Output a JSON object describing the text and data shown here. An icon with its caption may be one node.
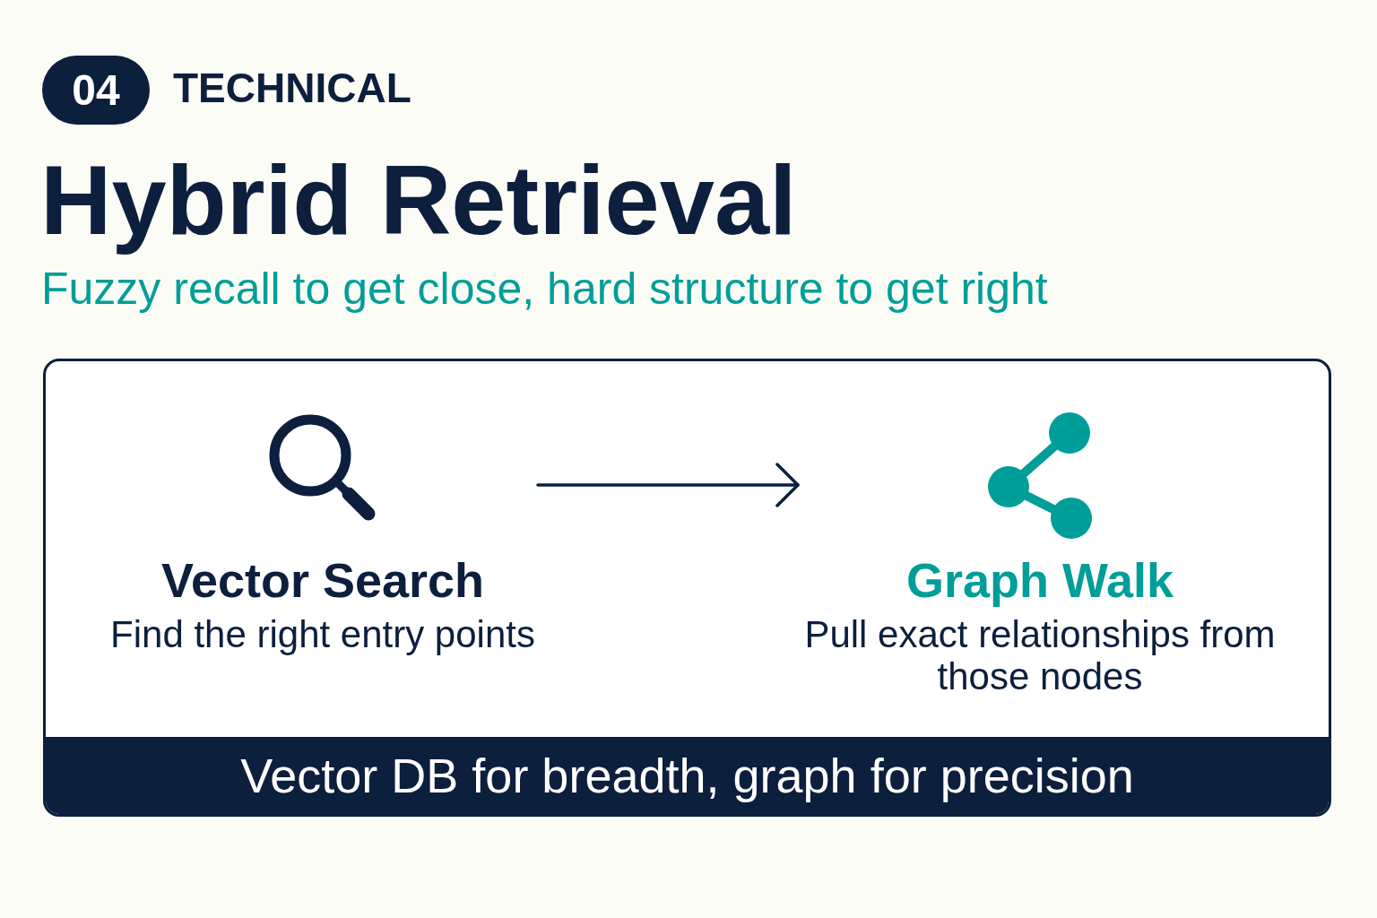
{
  "diagram": {
    "title": "Hybrid Retrieval",
    "nodes": [
      {
        "text": [
          "04"
        ],
        "beside": [
          "TECHNICAL"
        ]
      },
      {
        "text": [],
        "shape": "box"
      },
      {
        "text": [
          "Vector Search",
          "Find the right entry points"
        ],
        "in": 1
      },
      {
        "text": [
          "Graph Walk",
          "Pull exact relationships from those nodes"
        ],
        "in": 1
      },
      {
        "text": [
          "Vector DB for breadth, graph for precision"
        ],
        "in": 1
      }
    ],
    "edges": [
      {
        "from": 2,
        "to": 3,
        "arrow": "to"
      }
    ],
    "labels": [
      "Fuzzy recall to get close, hard structure to get right"
    ]
  }
}
